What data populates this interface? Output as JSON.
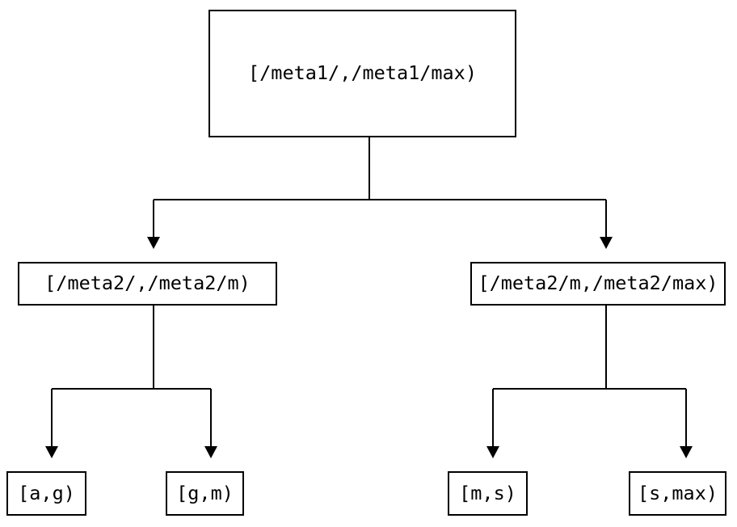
{
  "diagram": {
    "root": {
      "label": "[/meta1/,/meta1/max)"
    },
    "level2": [
      {
        "label": "[/meta2/,/meta2/m)"
      },
      {
        "label": "[/meta2/m,/meta2/max)"
      }
    ],
    "leaves": [
      {
        "label": "[a,g)"
      },
      {
        "label": "[g,m)"
      },
      {
        "label": "[m,s)"
      },
      {
        "label": "[s,max)"
      }
    ]
  },
  "colors": {
    "line": "#000000",
    "border": "#000000",
    "text": "#000000",
    "background": "#ffffff"
  }
}
